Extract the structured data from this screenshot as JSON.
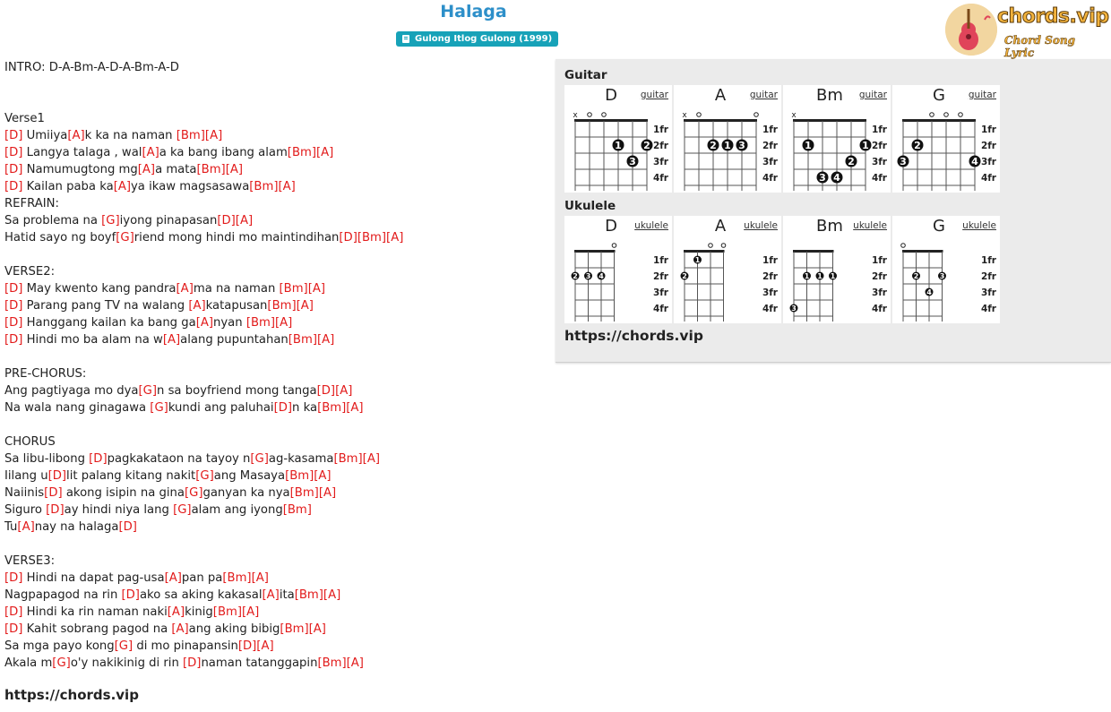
{
  "page": {
    "title": "Halaga",
    "album": "Gulong Itlog Gulong (1999)",
    "logo_text": "chords.vip",
    "logo_sub": "Chord Song Lyric",
    "footer_url": "https://chords.vip"
  },
  "lyrics": [
    [
      [
        "t",
        "INTRO: D-A-Bm-A-D-A-Bm-A-D"
      ]
    ],
    [],
    [],
    [
      [
        "t",
        "Verse1"
      ]
    ],
    [
      [
        "c",
        "[D]"
      ],
      [
        "t",
        " Umiiya"
      ],
      [
        "c",
        "[A]"
      ],
      [
        "t",
        "k ka na naman "
      ],
      [
        "c",
        "[Bm]"
      ],
      [
        "c",
        "[A]"
      ]
    ],
    [
      [
        "c",
        "[D]"
      ],
      [
        "t",
        " Langya talaga , wal"
      ],
      [
        "c",
        "[A]"
      ],
      [
        "t",
        "a ka bang ibang alam"
      ],
      [
        "c",
        "[Bm]"
      ],
      [
        "c",
        "[A]"
      ]
    ],
    [
      [
        "c",
        "[D]"
      ],
      [
        "t",
        " Namumugtong mg"
      ],
      [
        "c",
        "[A]"
      ],
      [
        "t",
        "a mata"
      ],
      [
        "c",
        "[Bm]"
      ],
      [
        "c",
        "[A]"
      ]
    ],
    [
      [
        "c",
        "[D]"
      ],
      [
        "t",
        " Kailan paba ka"
      ],
      [
        "c",
        "[A]"
      ],
      [
        "t",
        "ya ikaw magsasawa"
      ],
      [
        "c",
        "[Bm]"
      ],
      [
        "c",
        "[A]"
      ]
    ],
    [
      [
        "t",
        "REFRAIN:"
      ]
    ],
    [
      [
        "t",
        "Sa problema na "
      ],
      [
        "c",
        "[G]"
      ],
      [
        "t",
        "iyong pinapasan"
      ],
      [
        "c",
        "[D]"
      ],
      [
        "c",
        "[A]"
      ]
    ],
    [
      [
        "t",
        "Hatid sayo ng boyf"
      ],
      [
        "c",
        "[G]"
      ],
      [
        "t",
        "riend mong hindi mo maintindihan"
      ],
      [
        "c",
        "[D]"
      ],
      [
        "c",
        "[Bm]"
      ],
      [
        "c",
        "[A]"
      ]
    ],
    [],
    [
      [
        "t",
        "VERSE2:"
      ]
    ],
    [
      [
        "c",
        "[D]"
      ],
      [
        "t",
        " May kwento kang pandra"
      ],
      [
        "c",
        "[A]"
      ],
      [
        "t",
        "ma na naman "
      ],
      [
        "c",
        "[Bm]"
      ],
      [
        "c",
        "[A]"
      ]
    ],
    [
      [
        "c",
        "[D]"
      ],
      [
        "t",
        " Parang pang TV na walang "
      ],
      [
        "c",
        "[A]"
      ],
      [
        "t",
        "katapusan"
      ],
      [
        "c",
        "[Bm]"
      ],
      [
        "c",
        "[A]"
      ]
    ],
    [
      [
        "c",
        "[D]"
      ],
      [
        "t",
        " Hanggang kailan ka bang ga"
      ],
      [
        "c",
        "[A]"
      ],
      [
        "t",
        "nyan "
      ],
      [
        "c",
        "[Bm]"
      ],
      [
        "c",
        "[A]"
      ]
    ],
    [
      [
        "c",
        "[D]"
      ],
      [
        "t",
        " Hindi mo ba alam na w"
      ],
      [
        "c",
        "[A]"
      ],
      [
        "t",
        "alang pupuntahan"
      ],
      [
        "c",
        "[Bm]"
      ],
      [
        "c",
        "[A]"
      ]
    ],
    [],
    [
      [
        "t",
        "PRE-CHORUS:"
      ]
    ],
    [
      [
        "t",
        "Ang pagtiyaga mo dya"
      ],
      [
        "c",
        "[G]"
      ],
      [
        "t",
        "n sa boyfriend mong tanga"
      ],
      [
        "c",
        "[D]"
      ],
      [
        "c",
        "[A]"
      ]
    ],
    [
      [
        "t",
        "Na wala nang ginagawa "
      ],
      [
        "c",
        "[G]"
      ],
      [
        "t",
        "kundi ang paluhai"
      ],
      [
        "c",
        "[D]"
      ],
      [
        "t",
        "n ka"
      ],
      [
        "c",
        "[Bm]"
      ],
      [
        "c",
        "[A]"
      ]
    ],
    [],
    [
      [
        "t",
        "CHORUS"
      ]
    ],
    [
      [
        "t",
        "Sa libu-libong "
      ],
      [
        "c",
        "[D]"
      ],
      [
        "t",
        "pagkakataon na tayoy n"
      ],
      [
        "c",
        "[G]"
      ],
      [
        "t",
        "ag-kasama"
      ],
      [
        "c",
        "[Bm]"
      ],
      [
        "c",
        "[A]"
      ]
    ],
    [
      [
        "t",
        "Iilang u"
      ],
      [
        "c",
        "[D]"
      ],
      [
        "t",
        "lit palang kitang nakit"
      ],
      [
        "c",
        "[G]"
      ],
      [
        "t",
        "ang Masaya"
      ],
      [
        "c",
        "[Bm]"
      ],
      [
        "c",
        "[A]"
      ]
    ],
    [
      [
        "t",
        "Naiinis"
      ],
      [
        "c",
        "[D]"
      ],
      [
        "t",
        " akong isipin na gina"
      ],
      [
        "c",
        "[G]"
      ],
      [
        "t",
        "ganyan ka nya"
      ],
      [
        "c",
        "[Bm]"
      ],
      [
        "c",
        "[A]"
      ]
    ],
    [
      [
        "t",
        "Siguro "
      ],
      [
        "c",
        "[D]"
      ],
      [
        "t",
        "ay hindi niya lang "
      ],
      [
        "c",
        "[G]"
      ],
      [
        "t",
        "alam ang iyong"
      ],
      [
        "c",
        "[Bm]"
      ]
    ],
    [
      [
        "t",
        "Tu"
      ],
      [
        "c",
        "[A]"
      ],
      [
        "t",
        "nay na halaga"
      ],
      [
        "c",
        "[D]"
      ]
    ],
    [],
    [
      [
        "t",
        "VERSE3:"
      ]
    ],
    [
      [
        "c",
        "[D]"
      ],
      [
        "t",
        " Hindi na dapat pag-usa"
      ],
      [
        "c",
        "[A]"
      ],
      [
        "t",
        "pan pa"
      ],
      [
        "c",
        "[Bm]"
      ],
      [
        "c",
        "[A]"
      ]
    ],
    [
      [
        "t",
        "Nagpapagod na rin "
      ],
      [
        "c",
        "[D]"
      ],
      [
        "t",
        "ako sa aking kakasal"
      ],
      [
        "c",
        "[A]"
      ],
      [
        "t",
        "ita"
      ],
      [
        "c",
        "[Bm]"
      ],
      [
        "c",
        "[A]"
      ]
    ],
    [
      [
        "c",
        "[D]"
      ],
      [
        "t",
        " Hindi ka rin naman naki"
      ],
      [
        "c",
        "[A]"
      ],
      [
        "t",
        "kinig"
      ],
      [
        "c",
        "[Bm]"
      ],
      [
        "c",
        "[A]"
      ]
    ],
    [
      [
        "c",
        "[D]"
      ],
      [
        "t",
        " Kahit sobrang pagod na "
      ],
      [
        "c",
        "[A]"
      ],
      [
        "t",
        "ang aking bibig"
      ],
      [
        "c",
        "[Bm]"
      ],
      [
        "c",
        "[A]"
      ]
    ],
    [
      [
        "t",
        "Sa mga payo kong"
      ],
      [
        "c",
        "[G]"
      ],
      [
        "t",
        " di mo pinapansin"
      ],
      [
        "c",
        "[D]"
      ],
      [
        "c",
        "[A]"
      ]
    ],
    [
      [
        "t",
        "Akala m"
      ],
      [
        "c",
        "[G]"
      ],
      [
        "t",
        "o'y nakikinig di rin "
      ],
      [
        "c",
        "[D]"
      ],
      [
        "t",
        "naman tatanggapin"
      ],
      [
        "c",
        "[Bm]"
      ],
      [
        "c",
        "[A]"
      ]
    ]
  ],
  "panel": {
    "guitar_label": "Guitar",
    "ukulele_label": "Ukulele",
    "url": "https://chords.vip",
    "fret_labels": [
      "1fr",
      "2fr",
      "3fr",
      "4fr"
    ],
    "guitar": [
      {
        "name": "D",
        "type": "guitar",
        "open": [
          "x",
          "o",
          "o",
          "",
          "",
          ""
        ],
        "dots": [
          {
            "s": 4,
            "f": 2,
            "n": "1"
          },
          {
            "s": 6,
            "f": 2,
            "n": "2"
          },
          {
            "s": 5,
            "f": 3,
            "n": "3"
          }
        ]
      },
      {
        "name": "A",
        "type": "guitar",
        "open": [
          "x",
          "o",
          "",
          "",
          "",
          "o"
        ],
        "dots": [
          {
            "s": 3,
            "f": 2,
            "n": "2"
          },
          {
            "s": 4,
            "f": 2,
            "n": "1"
          },
          {
            "s": 5,
            "f": 2,
            "n": "3"
          }
        ]
      },
      {
        "name": "Bm",
        "type": "guitar",
        "open": [
          "x",
          "",
          "",
          "",
          "",
          ""
        ],
        "dots": [
          {
            "s": 2,
            "f": 2,
            "n": "1"
          },
          {
            "s": 6,
            "f": 2,
            "n": "1"
          },
          {
            "s": 5,
            "f": 3,
            "n": "2"
          },
          {
            "s": 3,
            "f": 4,
            "n": "3"
          },
          {
            "s": 4,
            "f": 4,
            "n": "4"
          }
        ]
      },
      {
        "name": "G",
        "type": "guitar",
        "open": [
          "",
          "",
          "o",
          "o",
          "o",
          ""
        ],
        "dots": [
          {
            "s": 2,
            "f": 2,
            "n": "2"
          },
          {
            "s": 1,
            "f": 3,
            "n": "3"
          },
          {
            "s": 6,
            "f": 3,
            "n": "4"
          }
        ]
      }
    ],
    "ukulele": [
      {
        "name": "D",
        "type": "ukulele",
        "open": [
          "",
          "",
          "",
          "o"
        ],
        "dots": [
          {
            "s": 1,
            "f": 2,
            "n": "2"
          },
          {
            "s": 2,
            "f": 2,
            "n": "3"
          },
          {
            "s": 3,
            "f": 2,
            "n": "4"
          }
        ]
      },
      {
        "name": "A",
        "type": "ukulele",
        "open": [
          "",
          "",
          "o",
          "o"
        ],
        "dots": [
          {
            "s": 2,
            "f": 1,
            "n": "1"
          },
          {
            "s": 1,
            "f": 2,
            "n": "2"
          }
        ]
      },
      {
        "name": "Bm",
        "type": "ukulele",
        "open": [
          "",
          "",
          "",
          ""
        ],
        "dots": [
          {
            "s": 2,
            "f": 2,
            "n": "1"
          },
          {
            "s": 3,
            "f": 2,
            "n": "1"
          },
          {
            "s": 4,
            "f": 2,
            "n": "1"
          },
          {
            "s": 1,
            "f": 4,
            "n": "3"
          }
        ]
      },
      {
        "name": "G",
        "type": "ukulele",
        "open": [
          "o",
          "",
          "",
          ""
        ],
        "dots": [
          {
            "s": 2,
            "f": 2,
            "n": "2"
          },
          {
            "s": 4,
            "f": 2,
            "n": "3"
          },
          {
            "s": 3,
            "f": 3,
            "n": "4"
          }
        ]
      }
    ]
  }
}
